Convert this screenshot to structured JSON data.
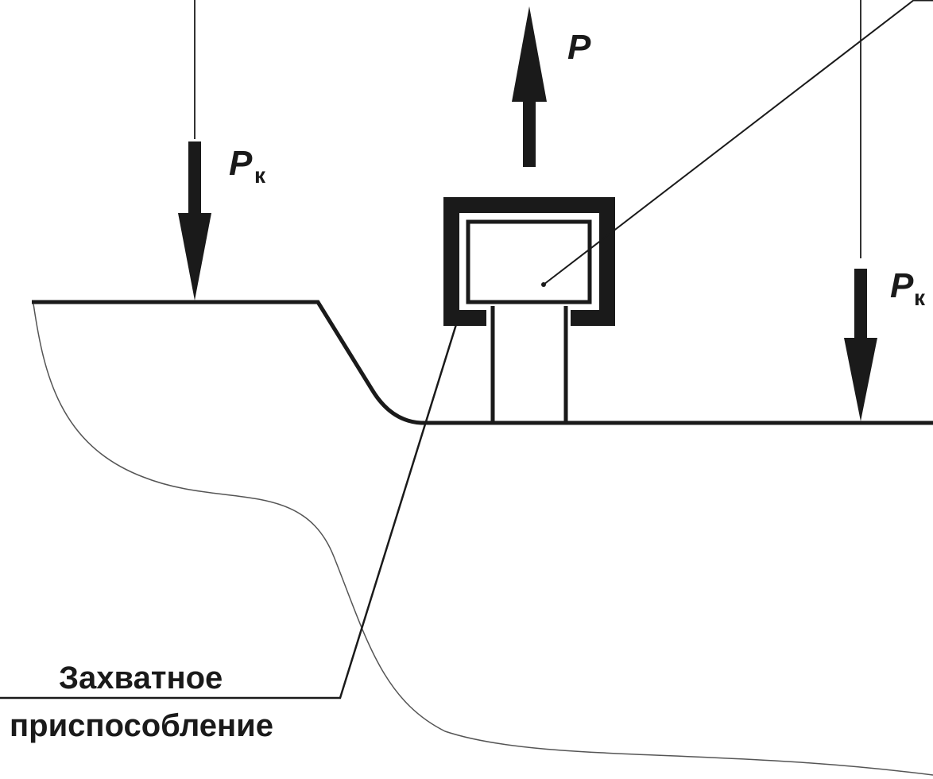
{
  "diagram": {
    "force_p": {
      "symbol": "P"
    },
    "force_pk_left": {
      "symbol": "P",
      "subscript": "к"
    },
    "force_pk_right": {
      "symbol": "P",
      "subscript": "к"
    },
    "caption": {
      "line1": "Захватное",
      "line2": "приспособление"
    }
  }
}
